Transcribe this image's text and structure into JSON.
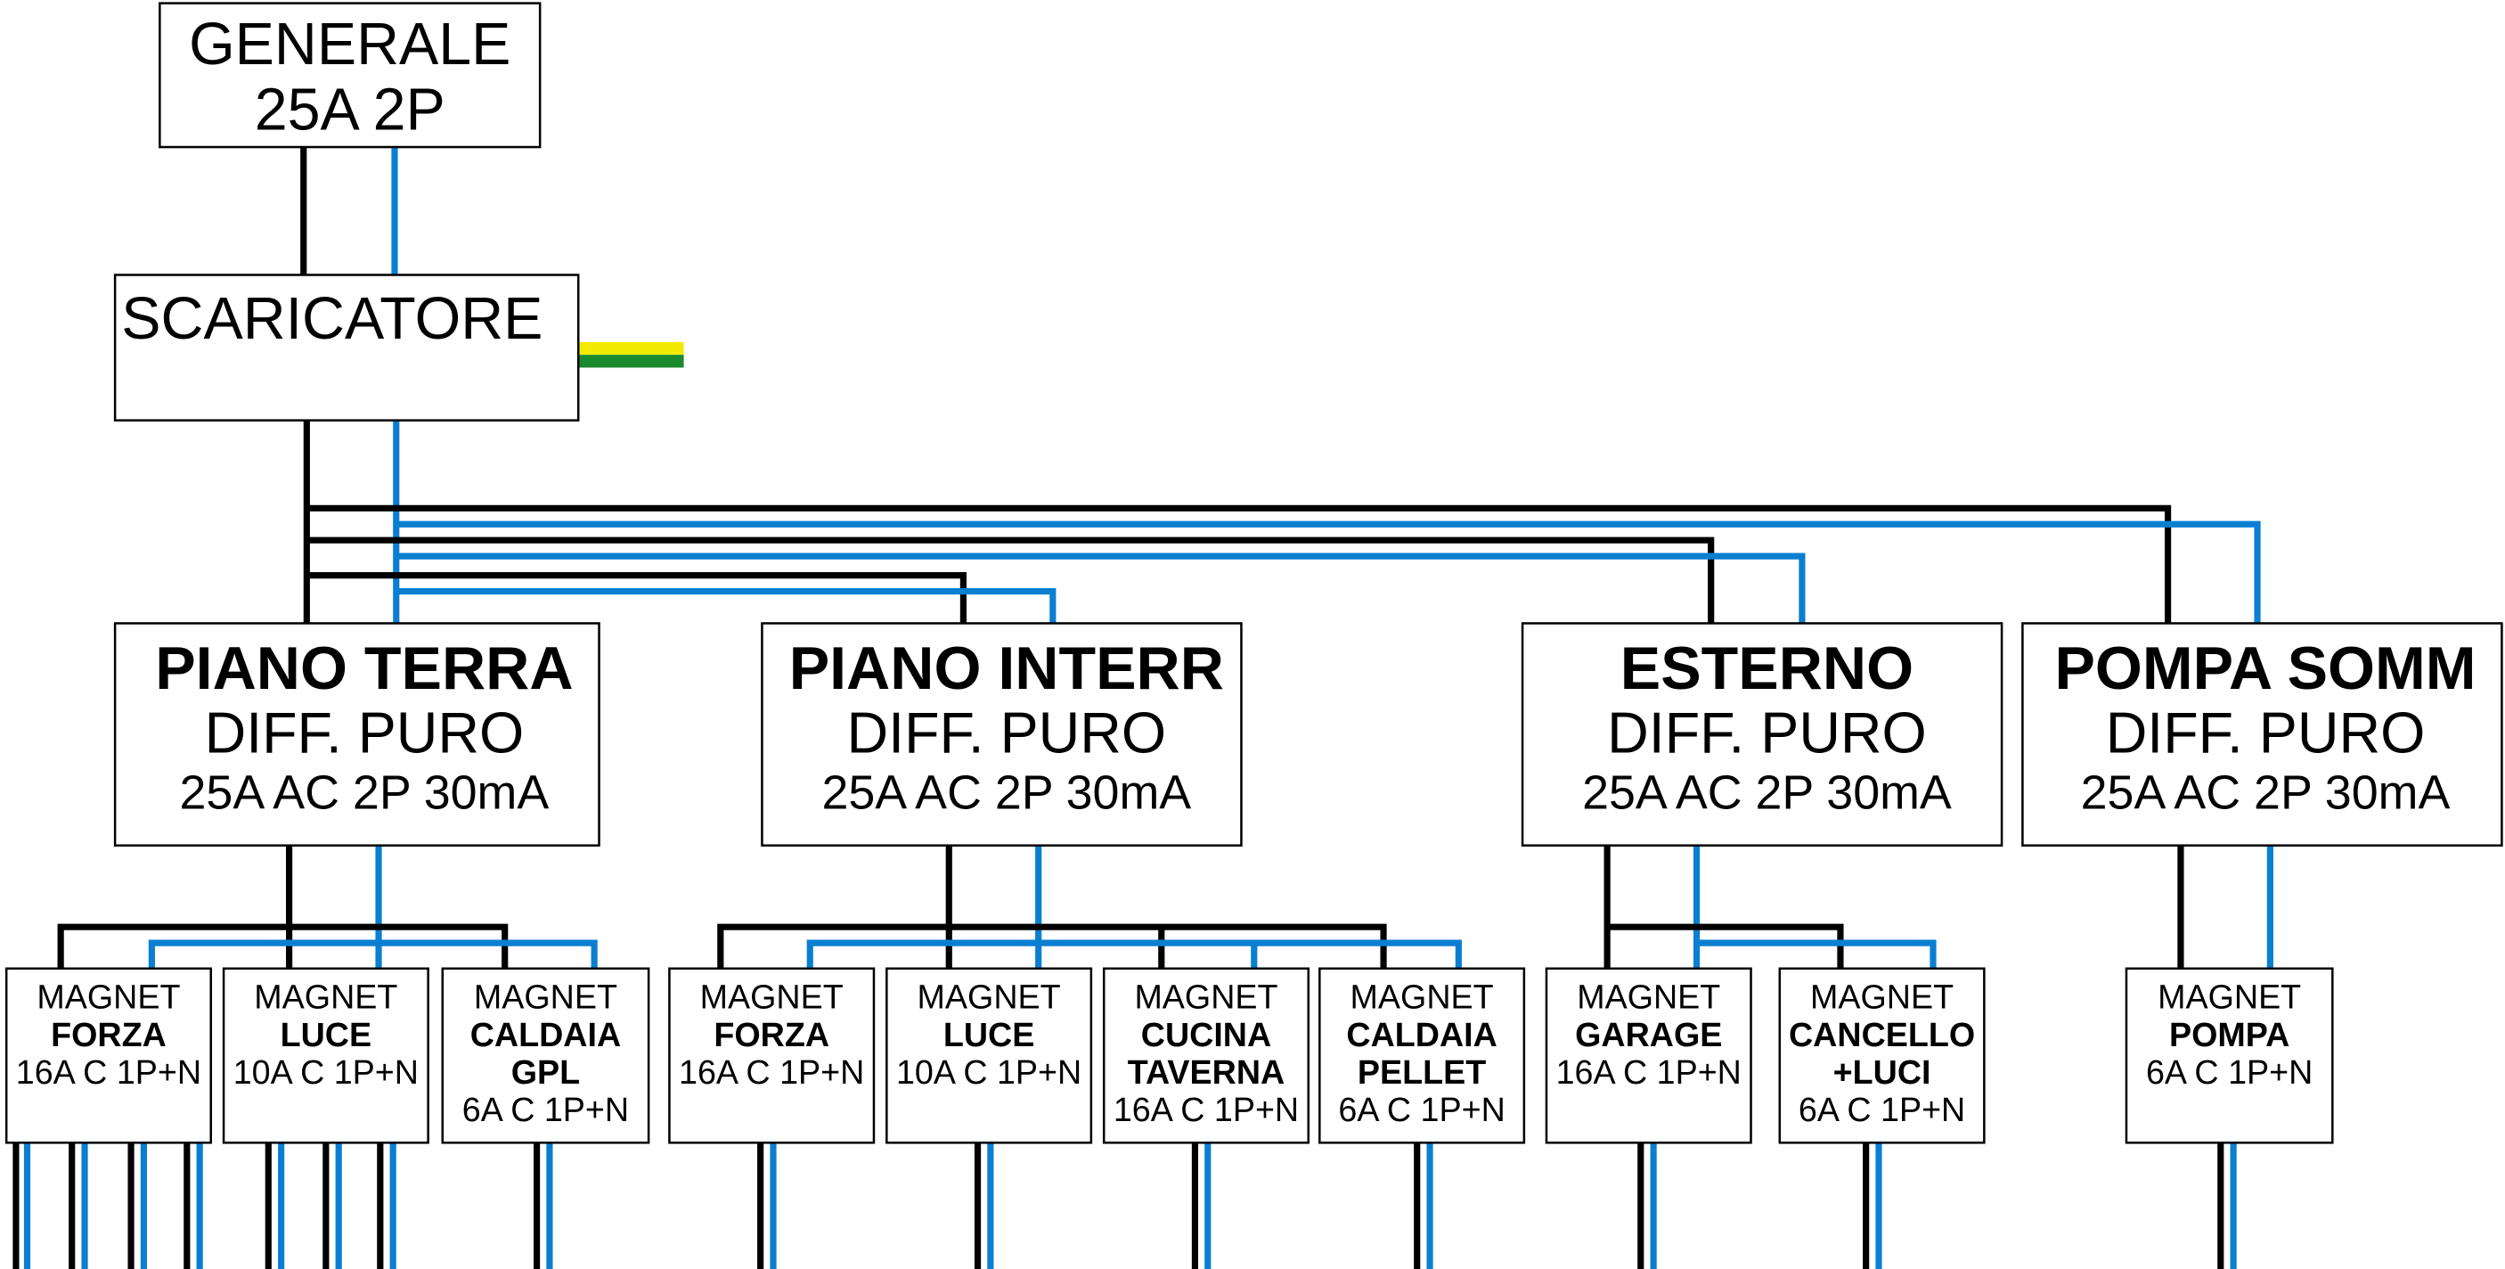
{
  "colors": {
    "phase": "#000000",
    "neutral": "#0a7fd1",
    "earth_yellow": "#f2ea00",
    "earth_green": "#1a8a2e"
  },
  "main_breaker": {
    "line1": "GENERALE",
    "line2": "25A 2P"
  },
  "surge_protector": {
    "label": "SCARICATORE"
  },
  "rcds": [
    {
      "name": "PIANO TERRA",
      "type": "DIFF. PURO",
      "rating": "25A AC 2P 30mA"
    },
    {
      "name": "PIANO INTERR",
      "type": "DIFF. PURO",
      "rating": "25A AC 2P 30mA"
    },
    {
      "name": "ESTERNO",
      "type": "DIFF. PURO",
      "rating": "25A AC 2P 30mA"
    },
    {
      "name": "POMPA SOMM",
      "type": "DIFF. PURO",
      "rating": "25A AC 2P 30mA"
    }
  ],
  "breakers": [
    {
      "type": "MAGNET",
      "name": [
        "FORZA"
      ],
      "rating": "16A C 1P+N"
    },
    {
      "type": "MAGNET",
      "name": [
        "LUCE"
      ],
      "rating": "10A C 1P+N"
    },
    {
      "type": "MAGNET",
      "name": [
        "CALDAIA",
        "GPL"
      ],
      "rating": "6A C 1P+N"
    },
    {
      "type": "MAGNET",
      "name": [
        "FORZA"
      ],
      "rating": "16A C 1P+N"
    },
    {
      "type": "MAGNET",
      "name": [
        "LUCE"
      ],
      "rating": "10A C 1P+N"
    },
    {
      "type": "MAGNET",
      "name": [
        "CUCINA",
        "TAVERNA"
      ],
      "rating": "16A C 1P+N"
    },
    {
      "type": "MAGNET",
      "name": [
        "CALDAIA",
        "PELLET"
      ],
      "rating": "6A C 1P+N"
    },
    {
      "type": "MAGNET",
      "name": [
        "GARAGE"
      ],
      "rating": "16A C 1P+N"
    },
    {
      "type": "MAGNET",
      "name": [
        "CANCELLO",
        "+LUCI"
      ],
      "rating": "6A C 1P+N"
    },
    {
      "type": "MAGNET",
      "name": [
        "POMPA"
      ],
      "rating": "6A C 1P+N"
    }
  ]
}
